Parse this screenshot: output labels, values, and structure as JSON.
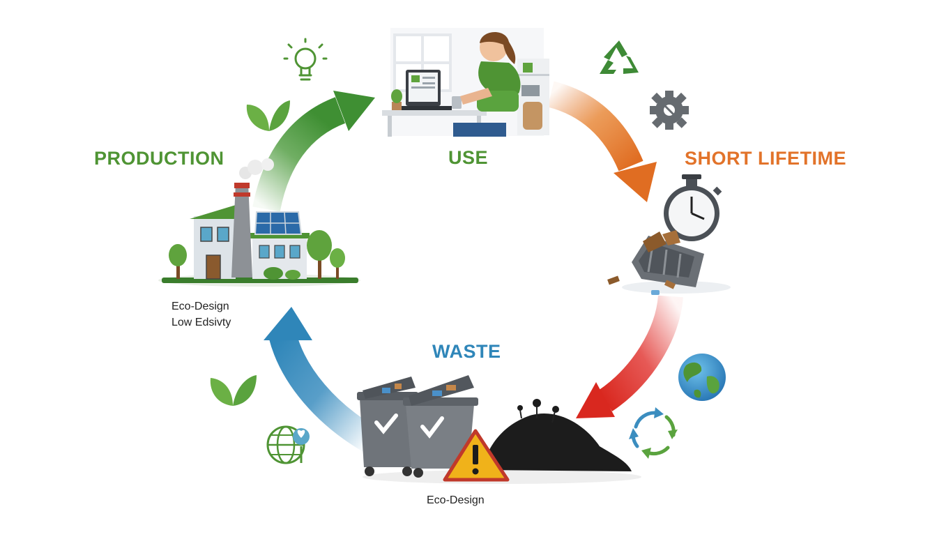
{
  "stages": {
    "production": {
      "title": "PRODUCTION",
      "color": "#4f9434"
    },
    "use": {
      "title": "USE",
      "color": "#4f9434"
    },
    "short_lifetime": {
      "title": "SHORT LIFETIME",
      "color": "#e2732a"
    },
    "waste": {
      "title": "WASTE",
      "color": "#2f86b9"
    }
  },
  "production_notes": {
    "line1": "Eco-Design",
    "line2": "Low Edsivty"
  },
  "waste_note": "Eco-Design",
  "arrow_colors": {
    "production_to_use": "#4c9a3c",
    "use_to_short_lifetime": "#e06d22",
    "short_lifetime_to_waste": "#e0302c",
    "waste_to_production": "#3b8dbf"
  }
}
